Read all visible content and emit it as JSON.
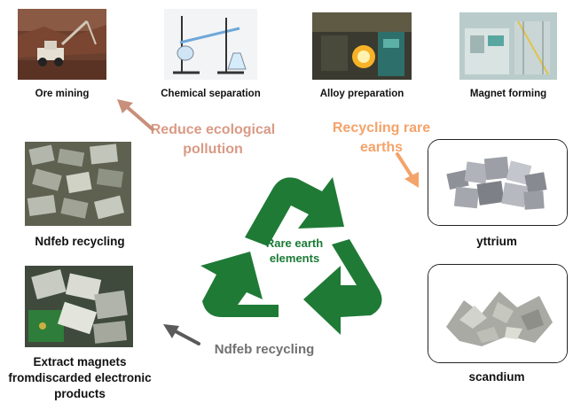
{
  "top_steps": [
    {
      "label": "Ore mining",
      "icon": "excavator-photo"
    },
    {
      "label": "Chemical separation",
      "icon": "lab-glassware-photo"
    },
    {
      "label": "Alloy preparation",
      "icon": "furnace-photo"
    },
    {
      "label": "Magnet forming",
      "icon": "factory-machine-photo"
    }
  ],
  "left_items": [
    {
      "label": "Ndfeb recycling",
      "icon": "magnet-scrap-photo"
    },
    {
      "label": "Extract magnets fromdiscarded electronic products",
      "icon": "electronic-waste-photo"
    }
  ],
  "right_items": [
    {
      "label": "yttrium",
      "icon": "yttrium-cubes-photo"
    },
    {
      "label": "scandium",
      "icon": "scandium-chips-photo"
    }
  ],
  "phrases": {
    "reduce_pollution": "Reduce ecological pollution",
    "recycling_rare_earths": "Recycling rare earths",
    "ndfeb_recycling": "Ndfeb recycling"
  },
  "center": {
    "label": "Rare earth elements",
    "icon": "recycle-icon"
  },
  "colors": {
    "recycle_green": "#1f7a36",
    "reduce_text": "#d99a85",
    "recycling_text": "#f4a36a",
    "gray_text": "#707070"
  }
}
